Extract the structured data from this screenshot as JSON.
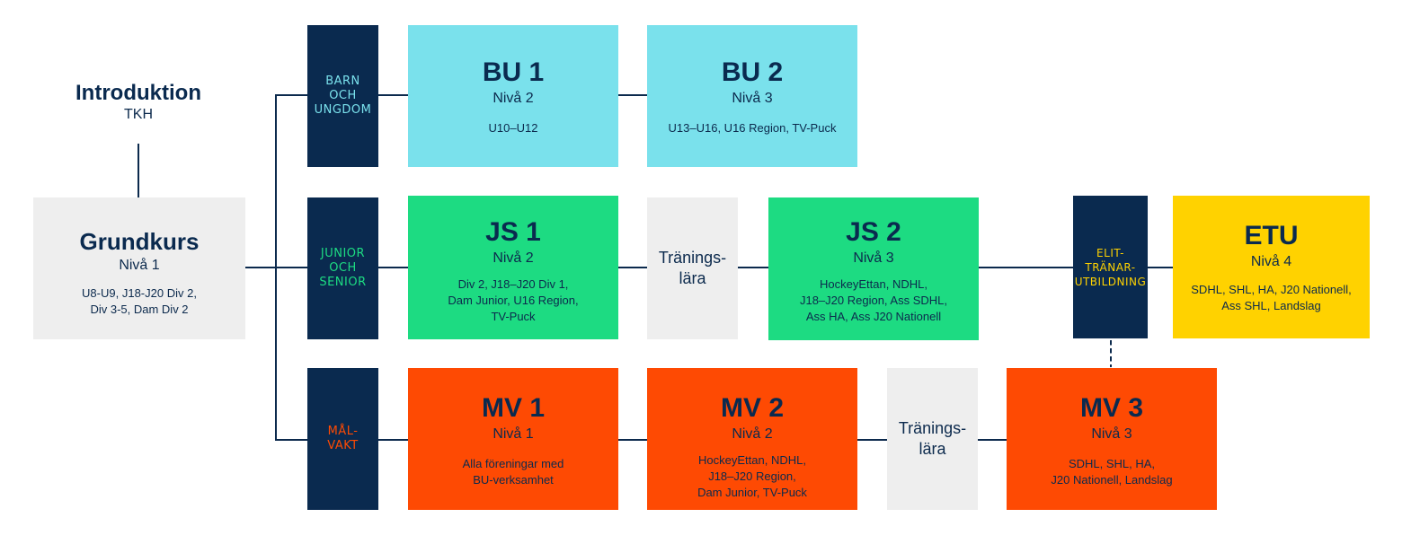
{
  "intro": {
    "title": "Introduktion",
    "subtitle": "TKH"
  },
  "grundkurs": {
    "title": "Grundkurs",
    "level": "Nivå 1",
    "groups": "U8-U9, J18-J20 Div 2,\nDiv 3-5, Dam Div 2"
  },
  "tracks": {
    "barn": {
      "label": "BARN\nOCH\nUNGDOM",
      "color": "#7ae1ec"
    },
    "junior": {
      "label": "JUNIOR\nOCH\nSENIOR",
      "color": "#1ddb82"
    },
    "malvakt": {
      "label": "MÅL-\nVAKT",
      "color": "#fe4a03"
    },
    "elit": {
      "label": "ELIT-\nTRÄNAR-\nUTBILDNING",
      "color": "#ffd200"
    }
  },
  "courses": {
    "bu1": {
      "title": "BU 1",
      "level": "Nivå 2",
      "groups": "U10–U12"
    },
    "bu2": {
      "title": "BU 2",
      "level": "Nivå 3",
      "groups": "U13–U16, U16 Region, TV-Puck"
    },
    "js1": {
      "title": "JS 1",
      "level": "Nivå 2",
      "groups": "Div 2, J18–J20 Div 1,\nDam Junior, U16 Region,\nTV-Puck"
    },
    "js2": {
      "title": "JS 2",
      "level": "Nivå 3",
      "groups": "HockeyEttan, NDHL,\nJ18–J20 Region, Ass SDHL,\nAss HA, Ass J20 Nationell"
    },
    "etu": {
      "title": "ETU",
      "level": "Nivå 4",
      "groups": "SDHL, SHL, HA, J20 Nationell,\nAss SHL, Landslag"
    },
    "mv1": {
      "title": "MV 1",
      "level": "Nivå 1",
      "groups": "Alla föreningar med\nBU-verksamhet"
    },
    "mv2": {
      "title": "MV 2",
      "level": "Nivå 2",
      "groups": "HockeyEttan, NDHL,\nJ18–J20 Region,\nDam Junior, TV-Puck"
    },
    "mv3": {
      "title": "MV 3",
      "level": "Nivå 3",
      "groups": "SDHL, SHL, HA,\nJ20 Nationell, Landslag"
    }
  },
  "traningslara": {
    "junior": "Tränings-\nlära",
    "malvakt": "Tränings-\nlära"
  }
}
